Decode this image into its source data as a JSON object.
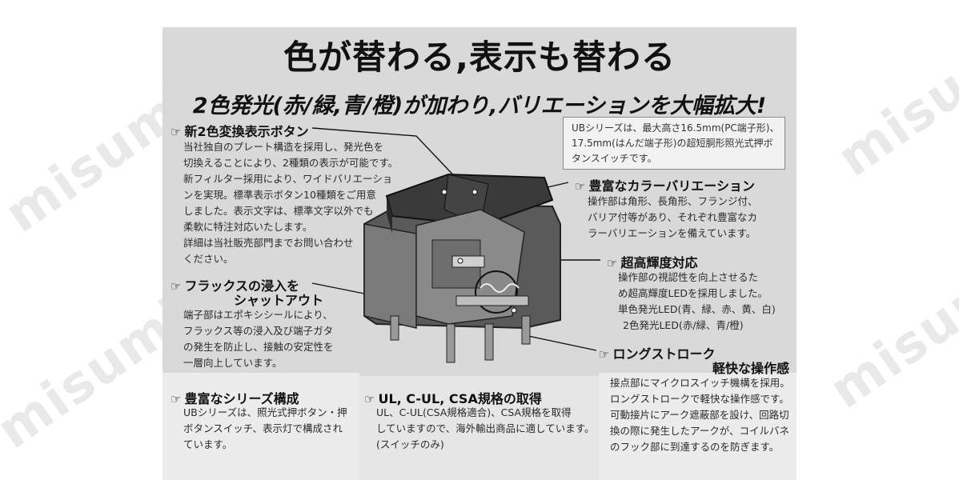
{
  "title": "色が替わる,表示も替わる",
  "subtitle": "2色発光(赤/緑,青/橙)が加わり,バリエーションを大幅拡大!",
  "watermark": "misumi",
  "info_box": {
    "lines": [
      "UBシリーズは、最大高さ16.5mm(PC端子形)、",
      "17.5mm(はんだ端子形)の超短胴形照光式押ボ",
      "タンスイッチです。"
    ]
  },
  "features": [
    {
      "heading": "新2色変換表示ボタン",
      "lines": [
        "当社独自のプレート構造を採用し、発光色を",
        "切換えることにより、2種類の表示が可能です。",
        "新フィルター採用により、ワイドバリエーショ",
        "ンを実現。標準表示ボタン10種類をご用意",
        "しました。表示文字は、標準文字以外でも",
        "柔軟に特注対応いたします。",
        "詳細は当社販売部門までお問い合わせ",
        "ください。"
      ]
    },
    {
      "heading": "豊富なカラーバリエーション",
      "lines": [
        "操作部は角形、長角形、フランジ付、",
        "バリア付等があり、それぞれ豊富なカ",
        "ラーバリエーションを備えています。"
      ]
    },
    {
      "heading": "超高輝度対応",
      "lines": [
        "操作部の視認性を向上させるた",
        "め超高輝度LEDを採用しました。",
        "単色発光LED(青、緑、赤、黄、白)",
        "2色発光LED(赤/緑、青/橙)"
      ]
    },
    {
      "heading_line1": "フラックスの浸入を",
      "heading_line2": "シャットアウト",
      "lines": [
        "端子部はエポキシシールにより、",
        "フラックス等の浸入及び端子ガタ",
        "の発生を防止し、接触の安定性を",
        "一層向上しています。"
      ]
    },
    {
      "heading_line1": "ロングストローク",
      "heading_line2": "軽快な操作感",
      "lines": [
        "接点部にマイクロスイッチ機構を採用。",
        "ロングストロークで軽快な操作感です。",
        "可動接片にアーク遮蔽部を設け、回路切",
        "換の際に発生したアークが、コイルバネ",
        "のフック部に到達するのを防ぎます。"
      ]
    },
    {
      "heading": "豊富なシリーズ構成",
      "lines": [
        "UBシリーズは、照光式押ボタン・押",
        "ボタンスイッチ、表示灯で構成され",
        "ています。"
      ]
    },
    {
      "heading": "UL, C-UL, CSA規格の取得",
      "lines": [
        "UL、C-UL(CSA規格適合)、CSA規格を取得",
        "していますので、海外輸出商品に適しています。",
        "(スイッチのみ)"
      ]
    }
  ],
  "icons": {
    "pointer": "pointing-hand-icon",
    "bullet": "bullet-dot-icon"
  }
}
